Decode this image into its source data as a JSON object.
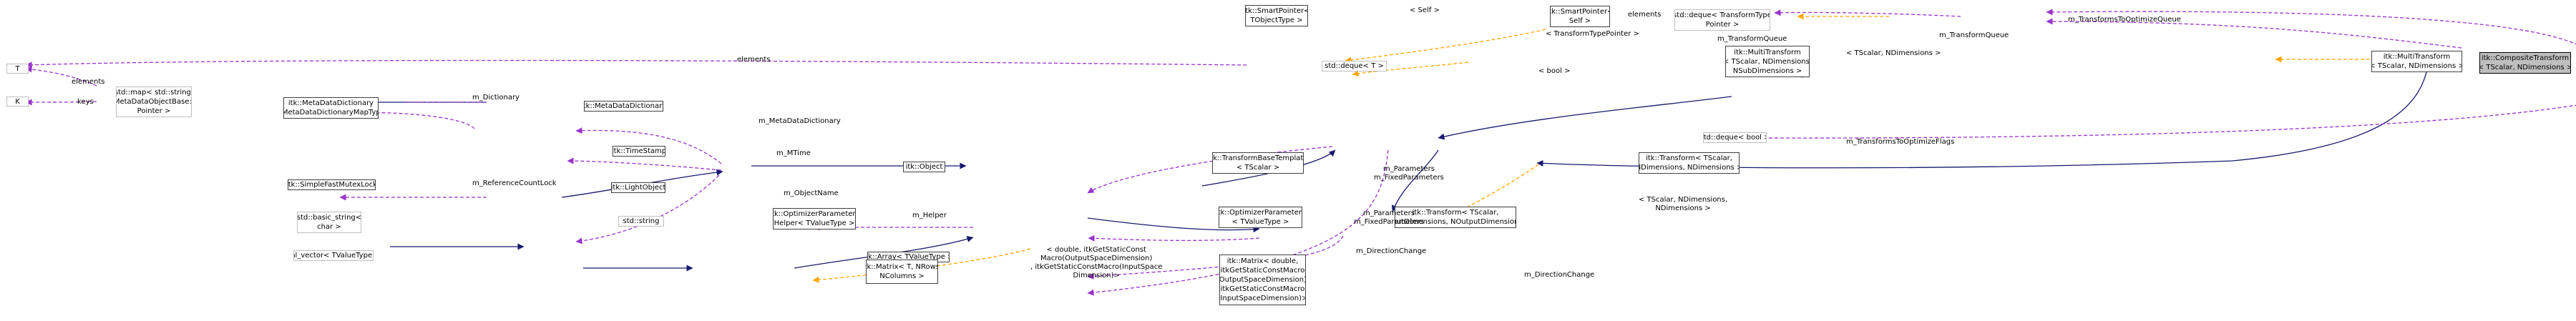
{
  "colors": {
    "inheritance": "#191970",
    "usage": "#9a32cd",
    "template": "#ffa500",
    "node_border": "#404040",
    "node_border_faded": "#bfbfbf",
    "focus_fill": "#bfbfbf"
  },
  "nodes": {
    "composite": [
      "itk::CompositeTransform",
      "< TScalar, NDimensions >"
    ],
    "multi": [
      "itk::MultiTransform",
      "< TScalar, NDimensions >"
    ],
    "multi_sub": [
      "itk::MultiTransform",
      "< TScalar, NDimensions,",
      "NSubDimensions >"
    ],
    "deque_tp": [
      "std::deque< TransformType",
      "Pointer >"
    ],
    "deque_bool": [
      "std::deque< bool >"
    ],
    "deque_t": [
      "std::deque< T >"
    ],
    "smart_self": [
      "itk::SmartPointer<",
      "Self >"
    ],
    "smart_tobj": [
      "itk::SmartPointer<",
      "TObjectType >"
    ],
    "t": [
      "T"
    ],
    "k": [
      "K"
    ],
    "map": [
      "std::map< std::string,",
      "MetaDataObjectBase::",
      "Pointer >"
    ],
    "mdd_maptype": [
      "itk::MetaDataDictionary",
      "::MetaDataDictionaryMapType"
    ],
    "mdd": [
      "itk::MetaDataDictionary"
    ],
    "timestamp": [
      "itk::TimeStamp"
    ],
    "mutex": [
      "itk::SimpleFastMutexLock"
    ],
    "lightobject": [
      "itk::LightObject"
    ],
    "object": [
      "itk::Object"
    ],
    "basic_string": [
      "std::basic_string<",
      "char >"
    ],
    "string": [
      "std::string"
    ],
    "vnl": [
      "vnl_vector< TValueType >"
    ],
    "opt_helper": [
      "itk::OptimizerParameters",
      "Helper< TValueType >"
    ],
    "array": [
      "itk::Array< TValueType >"
    ],
    "matrix_t": [
      "itk::Matrix< T, NRows,",
      "NColumns >"
    ],
    "tbt": [
      "itk::TransformBaseTemplate",
      "< TScalar >"
    ],
    "opt_params": [
      "itk::OptimizerParameters",
      "< TValueType >"
    ],
    "matrix_d": [
      "itk::Matrix< double,",
      "itkGetStaticConstMacro",
      "(OutputSpaceDimension),",
      "itkGetStaticConstMacro",
      "(InputSpaceDimension)>"
    ],
    "transform_in_out": [
      "itk::Transform< TScalar,",
      "NInputDimensions, NOutputDimensions >"
    ],
    "transform_nd": [
      "itk::Transform< TScalar,",
      "NDimensions, NDimensions >"
    ]
  },
  "labels": {
    "l_self": [
      "< Self >"
    ],
    "l_elements_tp": [
      "elements"
    ],
    "l_tp_pointer": [
      "< TransformTypePointer >"
    ],
    "l_transforms_to_optimize_queue": [
      "m_TransformsToOptimizeQueue"
    ],
    "l_transform_queue_1": [
      "m_TransformQueue"
    ],
    "l_transform_queue_2": [
      "m_TransformQueue"
    ],
    "l_tscalar_ndim": [
      "< TScalar, NDimensions >"
    ],
    "l_elements_t": [
      "elements"
    ],
    "l_bool": [
      "< bool >"
    ],
    "l_transforms_to_optimize_flags": [
      "m_TransformsToOptimizeFlags"
    ],
    "l_elements_map": [
      "elements"
    ],
    "l_keys": [
      "keys"
    ],
    "l_dictionary": [
      "m_Dictionary"
    ],
    "l_metadatadictionary": [
      "m_MetaDataDictionary"
    ],
    "l_mtime": [
      "m_MTime"
    ],
    "l_refcount": [
      "m_ReferenceCountLock"
    ],
    "l_objectname": [
      "m_ObjectName"
    ],
    "l_params_fixed_1": [
      "m_Parameters",
      "m_FixedParameters"
    ],
    "l_helper": [
      "m_Helper"
    ],
    "l_params_fixed_2": [
      "m_Parameters",
      "m_FixedParameters"
    ],
    "l_tscalar_ndim_ndim": [
      "< TScalar, NDimensions,",
      "NDimensions >"
    ],
    "l_direction_change_1": [
      "m_DirectionChange"
    ],
    "l_direction_change_2": [
      "m_DirectionChange"
    ],
    "l_double_macro": [
      "< double, itkGetStaticConst",
      "Macro(OutputSpaceDimension)",
      ", itkGetStaticConstMacro(InputSpace",
      "Dimension)>"
    ]
  }
}
